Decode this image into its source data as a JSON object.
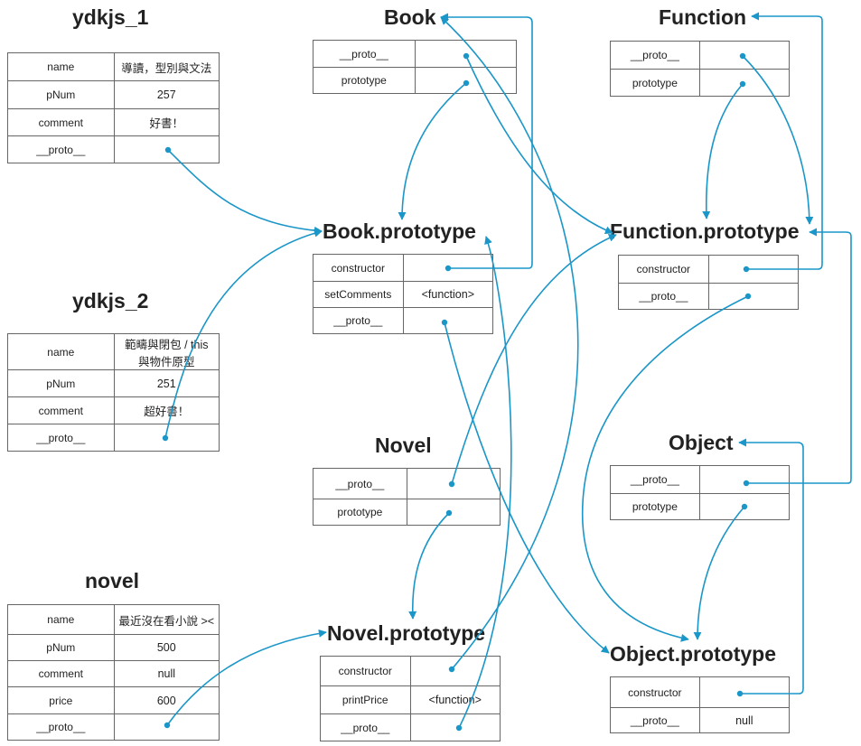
{
  "objects": {
    "ydkjs_1": {
      "title": "ydkjs_1",
      "rows": [
        {
          "key": "name",
          "value": "導讀，型別與文法"
        },
        {
          "key": "pNum",
          "value": "257"
        },
        {
          "key": "comment",
          "value": "好書！"
        },
        {
          "key": "__proto__",
          "value": ""
        }
      ]
    },
    "ydkjs_2": {
      "title": "ydkjs_2",
      "rows": [
        {
          "key": "name",
          "value_line1": "範疇與閉包 / this",
          "value_line2": "與物件原型"
        },
        {
          "key": "pNum",
          "value": "251"
        },
        {
          "key": "comment",
          "value": "超好書！"
        },
        {
          "key": "__proto__",
          "value": ""
        }
      ]
    },
    "novel": {
      "title": "novel",
      "rows": [
        {
          "key": "name",
          "value": "最近沒在看小說 ><"
        },
        {
          "key": "pNum",
          "value": "500"
        },
        {
          "key": "comment",
          "value": "null"
        },
        {
          "key": "price",
          "value": "600"
        },
        {
          "key": "__proto__",
          "value": ""
        }
      ]
    },
    "Book": {
      "title": "Book",
      "rows": [
        {
          "key": "__proto__",
          "value": ""
        },
        {
          "key": "prototype",
          "value": ""
        }
      ]
    },
    "Book_prototype": {
      "title": "Book.prototype",
      "rows": [
        {
          "key": "constructor",
          "value": ""
        },
        {
          "key": "setComments",
          "value": "<function>"
        },
        {
          "key": "__proto__",
          "value": ""
        }
      ]
    },
    "Novel": {
      "title": "Novel",
      "rows": [
        {
          "key": "__proto__",
          "value": ""
        },
        {
          "key": "prototype",
          "value": ""
        }
      ]
    },
    "Novel_prototype": {
      "title": "Novel.prototype",
      "rows": [
        {
          "key": "constructor",
          "value": ""
        },
        {
          "key": "printPrice",
          "value": "<function>"
        },
        {
          "key": "__proto__",
          "value": ""
        }
      ]
    },
    "Function": {
      "title": "Function",
      "rows": [
        {
          "key": "__proto__",
          "value": ""
        },
        {
          "key": "prototype",
          "value": ""
        }
      ]
    },
    "Function_prototype": {
      "title": "Function.prototype",
      "rows": [
        {
          "key": "constructor",
          "value": ""
        },
        {
          "key": "__proto__",
          "value": ""
        }
      ]
    },
    "Object": {
      "title": "Object",
      "rows": [
        {
          "key": "__proto__",
          "value": ""
        },
        {
          "key": "prototype",
          "value": ""
        }
      ]
    },
    "Object_prototype": {
      "title": "Object.prototype",
      "rows": [
        {
          "key": "constructor",
          "value": ""
        },
        {
          "key": "__proto__",
          "value": "null"
        }
      ]
    }
  },
  "colors": {
    "arrow": "#1a96c8",
    "border": "#666666",
    "text": "#222222"
  }
}
